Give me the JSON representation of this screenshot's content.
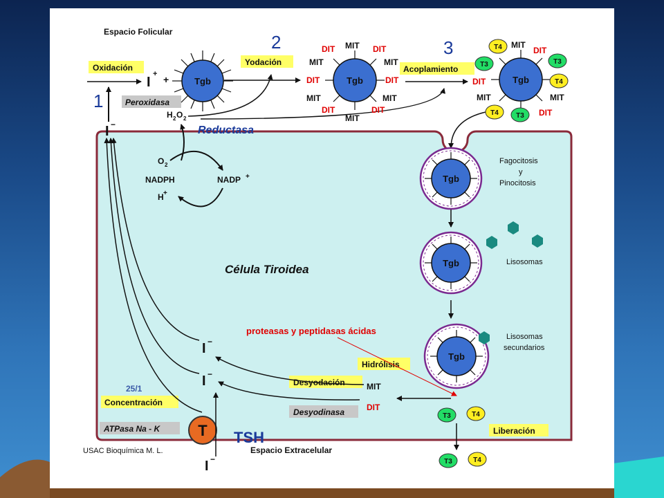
{
  "colors": {
    "cell_fill": "#cdf0f0",
    "cell_stroke": "#8a2a3a",
    "tgb_fill": "#3b6fd0",
    "label_bg": "#ffff66",
    "enzyme_bg": "#c8c8c8",
    "red_text": "#e00000",
    "t3_fill": "#22dd66",
    "t4_fill": "#ffee22",
    "lysosome": "#1a8a80",
    "big_number": "#1a3a9a"
  },
  "text": {
    "espacio_folicular": "Espacio Folicular",
    "espacio_extracelular": "Espacio Extracelular",
    "oxidacion": "Oxidación",
    "yodacion": "Yodación",
    "acoplamiento": "Acoplamiento",
    "peroxidasa": "Peroxidasa",
    "reductasa": "Reductasa",
    "celula": "Célula Tiroidea",
    "fagocitosis": [
      "Fagocitosis",
      "y",
      "Pinocitosis"
    ],
    "lisosomas": "Lisosomas",
    "lisosomas_sec": [
      "Lisosomas",
      "secundarios"
    ],
    "proteasas": "proteasas y peptidasas ácidas",
    "hidrolisis": "Hidrólisis",
    "desyodacion": "Desyodación",
    "desyodinasa": "Desyodinasa",
    "concentracion": "Concentración",
    "atpasa": "ATPasa Na - K",
    "liberacion": "Liberación",
    "credit": "USAC Bioquímica   M. L.",
    "slide_no": "25/1",
    "tsh": "TSH",
    "t_circle": "T",
    "tgb": "Tgb",
    "mit": "MIT",
    "dit": "DIT",
    "t3": "T3",
    "t4": "T4",
    "iodide": "I",
    "minus": "−",
    "plus": "+",
    "h2o2": "H",
    "h2o2_sub": "2",
    "h2o2_o": "O",
    "o2": "O",
    "o2_sub": "2",
    "nadph": "NADPH",
    "nadp": "NADP",
    "hplus": "H",
    "num1": "1",
    "num2": "2",
    "num3": "3"
  }
}
